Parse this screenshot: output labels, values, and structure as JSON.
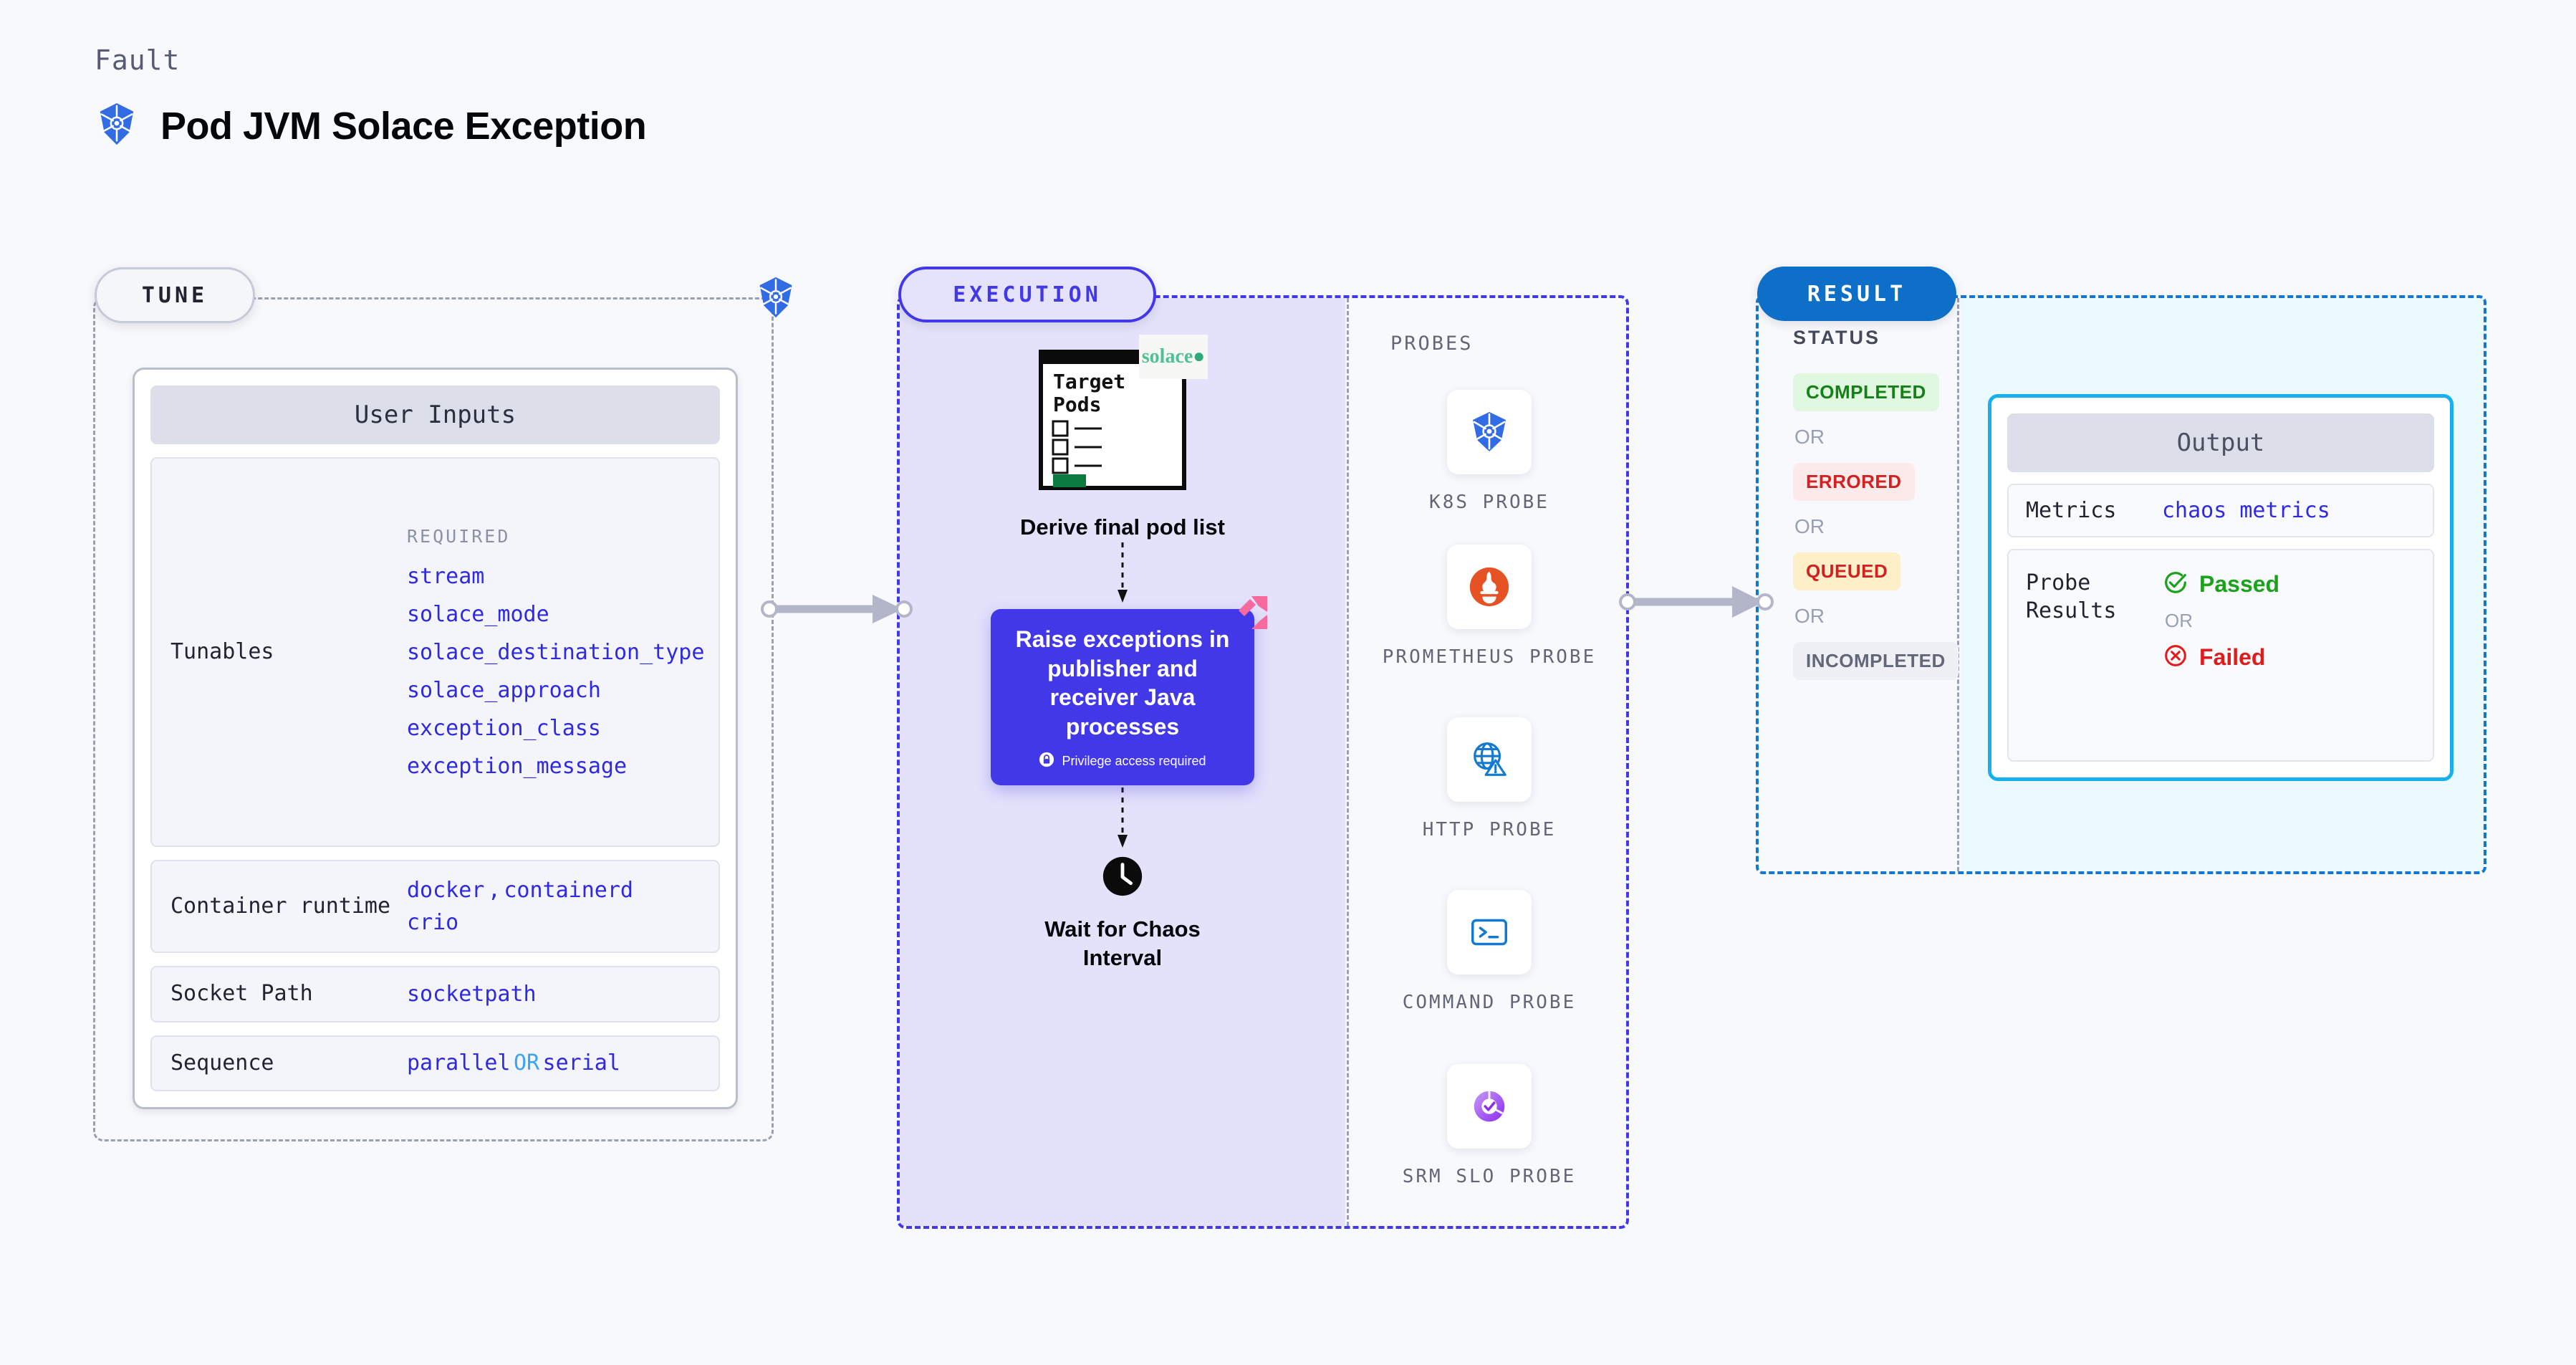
{
  "header": {
    "eyebrow": "Fault",
    "title": "Pod JVM Solace Exception",
    "icon": "kubernetes-icon"
  },
  "stages": {
    "tune": {
      "chip_label": "TUNE"
    },
    "execution": {
      "chip_label": "EXECUTION"
    },
    "result": {
      "chip_label": "RESULT"
    }
  },
  "tune": {
    "card_title": "User Inputs",
    "tunables": {
      "label": "Tunables",
      "required_label": "REQUIRED",
      "items": [
        "stream",
        "solace_mode",
        "solace_destination_type",
        "solace_approach",
        "exception_class",
        "exception_message"
      ]
    },
    "rows": [
      {
        "label": "Container runtime",
        "values": [
          "docker",
          "containerd",
          "crio"
        ],
        "separator": ","
      },
      {
        "label": "Socket Path",
        "values": [
          "socketpath"
        ]
      },
      {
        "label": "Sequence",
        "values": [
          "parallel",
          "serial"
        ],
        "joiner": "OR"
      }
    ]
  },
  "execution": {
    "document": {
      "title_line1": "Target",
      "title_line2": "Pods",
      "brand": "solace",
      "caption": "Derive final pod list"
    },
    "action": {
      "text": "Raise exceptions in publisher and receiver Java processes",
      "privilege_note": "Privilege access required",
      "badge_icon": "litmus-chaos-icon",
      "lock_icon": "lock-icon",
      "color": "#4338e8"
    },
    "wait": {
      "icon": "clock-icon",
      "caption_line1": "Wait for Chaos",
      "caption_line2": "Interval"
    },
    "probes": {
      "label": "PROBES",
      "items": [
        {
          "name": "K8S PROBE",
          "icon": "kubernetes-icon"
        },
        {
          "name": "PROMETHEUS PROBE",
          "icon": "prometheus-icon"
        },
        {
          "name": "HTTP PROBE",
          "icon": "http-globe-warning-icon"
        },
        {
          "name": "COMMAND PROBE",
          "icon": "terminal-icon"
        },
        {
          "name": "SRM SLO PROBE",
          "icon": "srm-slo-icon"
        }
      ]
    }
  },
  "result": {
    "status": {
      "label": "STATUS",
      "or_label": "OR",
      "badges": [
        {
          "text": "COMPLETED",
          "bg": "#e0f7e0",
          "fg": "#15801a"
        },
        {
          "text": "ERRORED",
          "bg": "#fdeaea",
          "fg": "#d32020"
        },
        {
          "text": "QUEUED",
          "bg": "#fdf0c9",
          "fg": "#d32020"
        },
        {
          "text": "INCOMPLETED",
          "bg": "#eef0f5",
          "fg": "#636878"
        }
      ]
    },
    "output": {
      "title": "Output",
      "metrics": {
        "label": "Metrics",
        "value": "chaos metrics"
      },
      "probe_results": {
        "label": "Probe Results",
        "passed": "Passed",
        "failed": "Failed",
        "or_label": "OR",
        "passed_icon": "check-circle-icon",
        "failed_icon": "x-circle-icon"
      }
    }
  },
  "colors": {
    "accent_purple": "#4338e8",
    "accent_blue": "#0d6fc7",
    "accent_cyan": "#17b0ec",
    "code_blue": "#2f2ae0",
    "k8s_blue": "#326ce5"
  }
}
